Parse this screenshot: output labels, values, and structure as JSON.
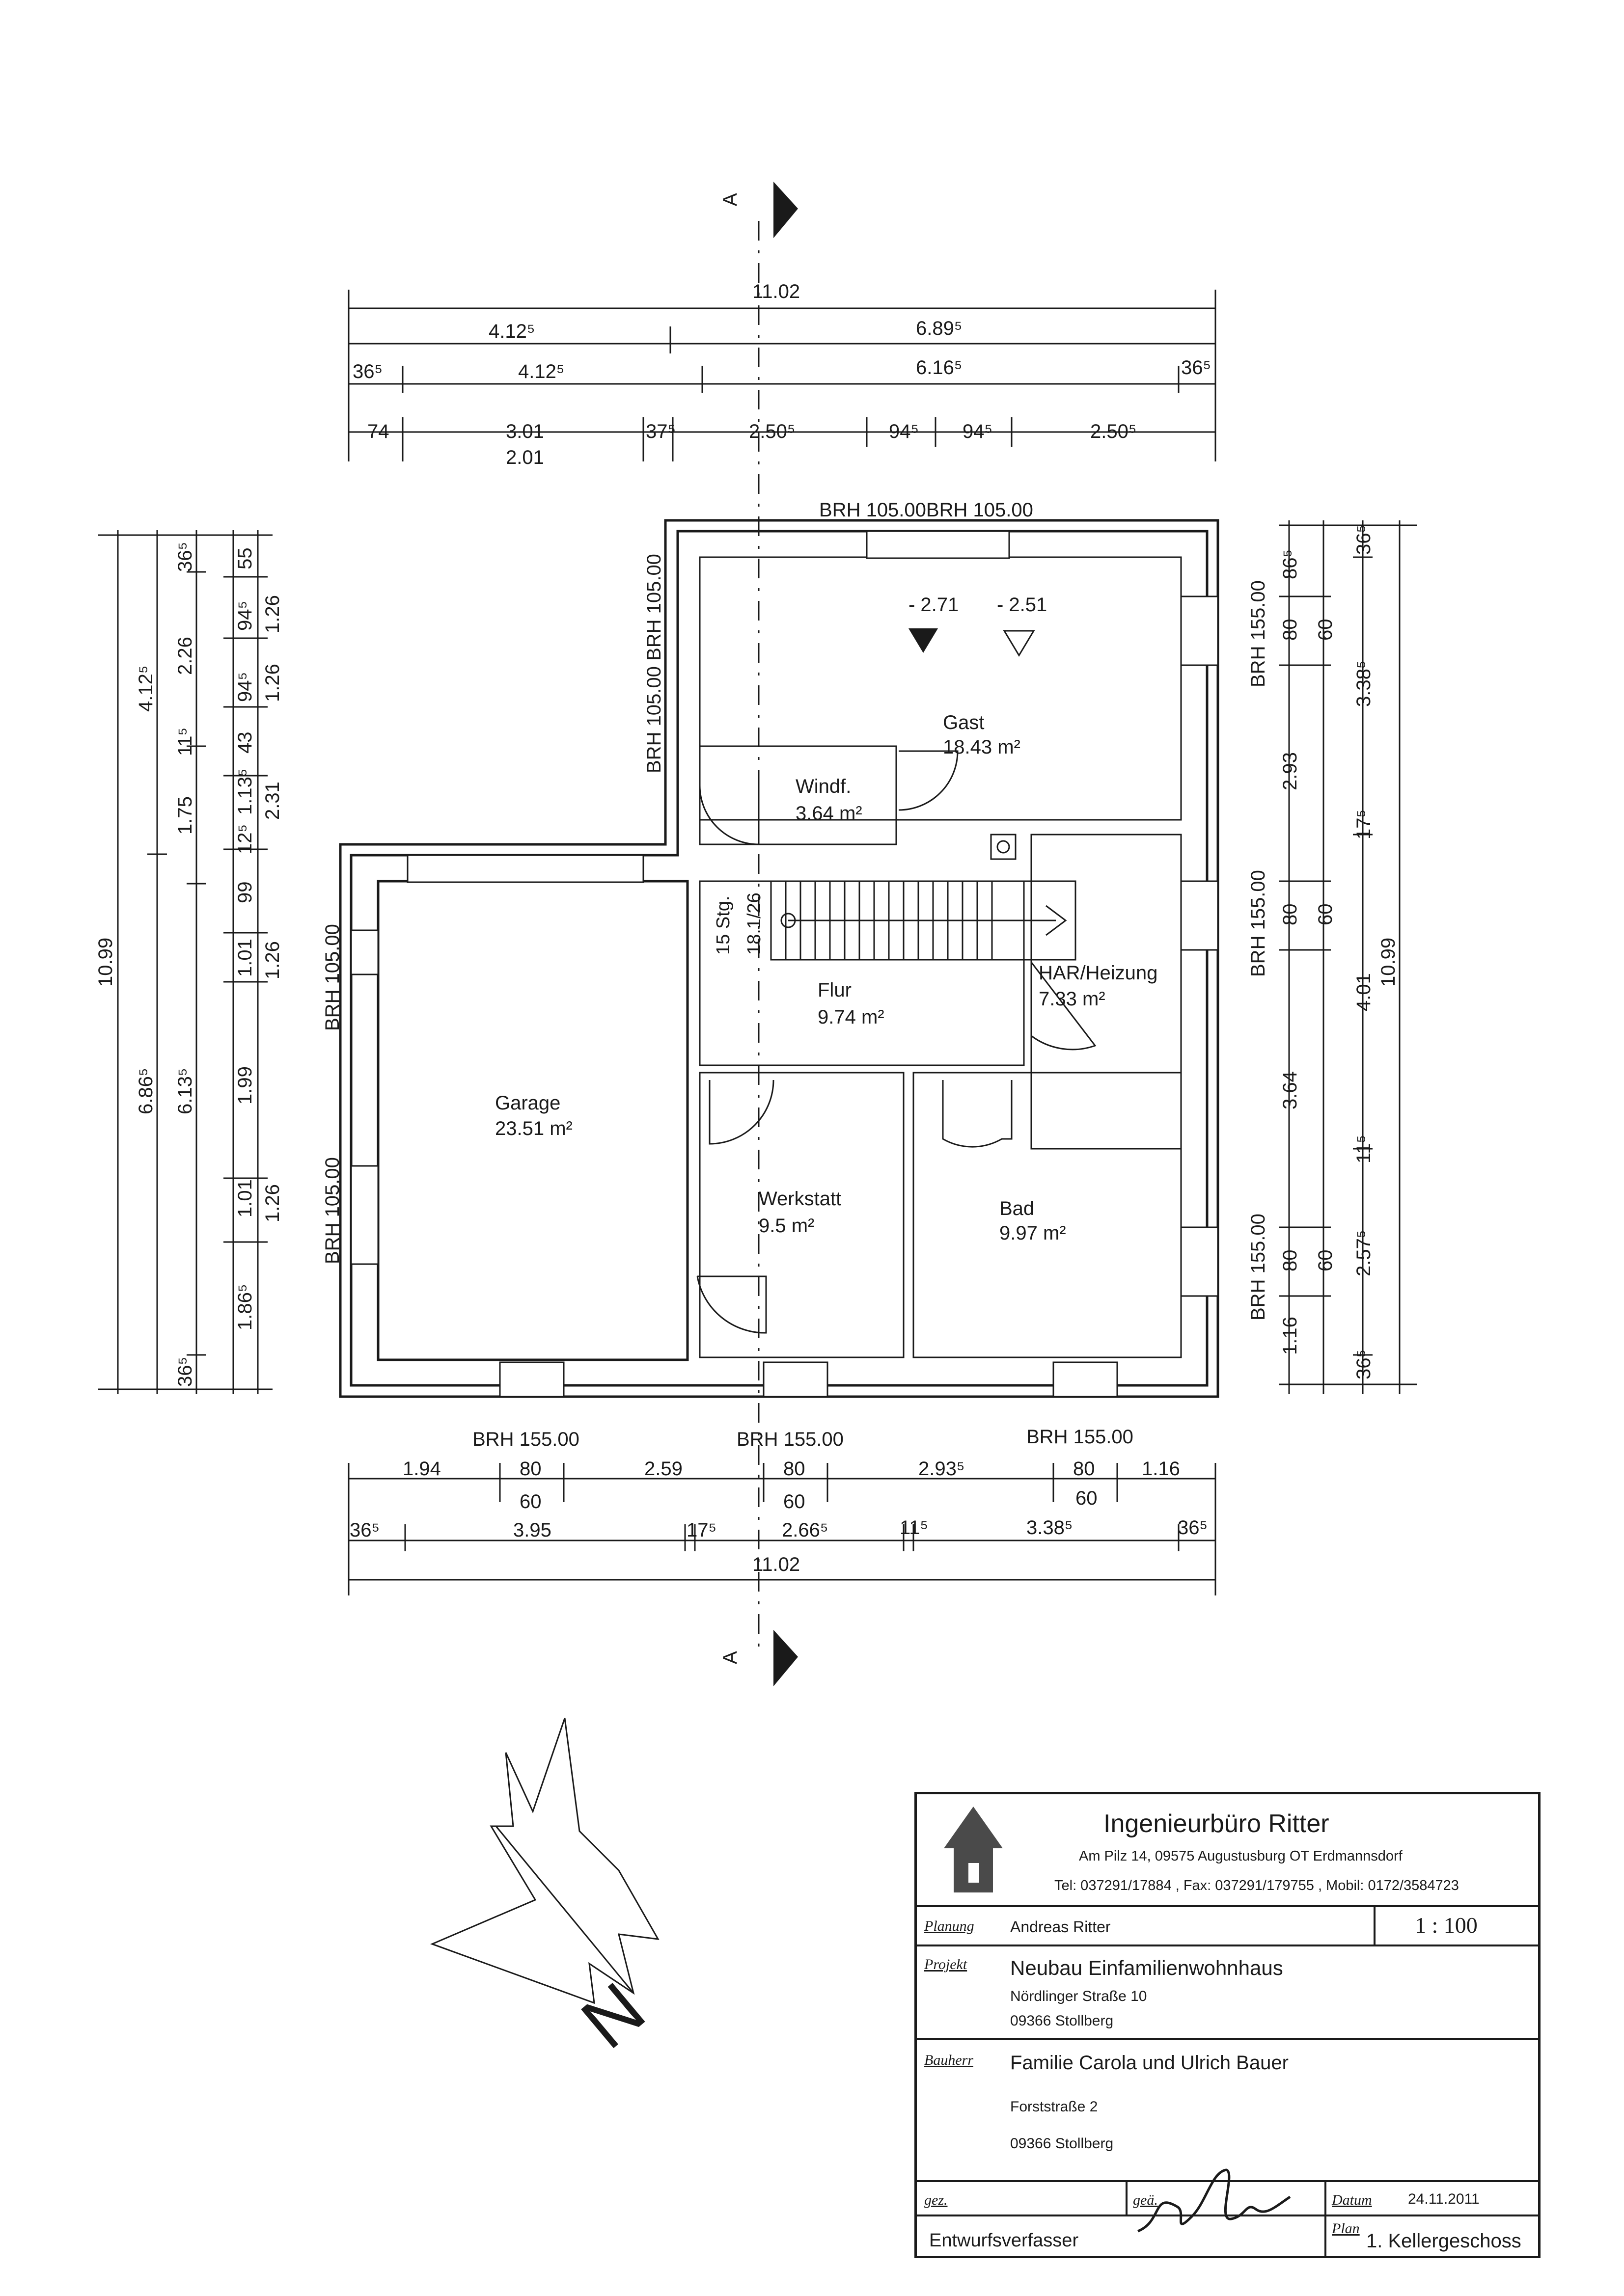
{
  "section_marker": "A",
  "top_dimensions": {
    "overall": "11.02",
    "row2": [
      "4.12⁵",
      "6.89⁵"
    ],
    "row3": [
      "36⁵",
      "4.12⁵",
      "6.16⁵",
      "36⁵"
    ],
    "row4": [
      "74",
      "3.01",
      "37⁵",
      "2.50⁵",
      "94⁵",
      "94⁵",
      "2.50⁵"
    ],
    "row4_sub": "2.01"
  },
  "bottom_dimensions": {
    "row1": [
      "1.94",
      "80",
      "2.59",
      "80",
      "2.93⁵",
      "80",
      "1.16"
    ],
    "row1_sub": [
      "60",
      "60",
      "60"
    ],
    "row2": [
      "36⁵",
      "3.95",
      "17⁵",
      "2.66⁵",
      "11⁵",
      "3.38⁵",
      "36⁵"
    ],
    "overall": "11.02"
  },
  "left_dimensions": {
    "overall": "10.99",
    "col2": [
      "4.12⁵",
      "6.86⁵"
    ],
    "col3": [
      "36⁵",
      "2.26",
      "11⁵",
      "1.75",
      "6.13⁵",
      "36⁵"
    ],
    "col4": [
      "55",
      "94⁵",
      "94⁵",
      "43",
      "1.13⁵",
      "12⁵",
      "99",
      "1.01",
      "1.99",
      "1.01",
      "1.86⁵"
    ],
    "col5": [
      "1.26",
      "1.26",
      "2.31",
      "1.26",
      "1.26"
    ]
  },
  "right_dimensions": {
    "col1": [
      "86⁵",
      "80",
      "80",
      "80",
      "1.16"
    ],
    "col2": [
      "60",
      "2.93",
      "60",
      "3.64",
      "60"
    ],
    "col3": [
      "36⁵",
      "3.38⁵",
      "17⁵",
      "4.01",
      "11⁵",
      "2.57⁵",
      "36⁵"
    ],
    "overall": "10.99"
  },
  "brh_labels": {
    "top": "BRH 105.00BRH 105.00",
    "left_gast": "BRH 105.00 BRH 105.00",
    "left_garage_1": "BRH 105.00",
    "left_garage_2": "BRH 105.00",
    "right_1": "BRH 155.00",
    "right_2": "BRH 155.00",
    "right_3": "BRH 155.00",
    "bottom_1": "BRH 155.00",
    "bottom_2": "BRH 155.00",
    "bottom_3": "BRH 155.00"
  },
  "levels": [
    "- 2.71",
    "- 2.51"
  ],
  "rooms": {
    "gast": {
      "name": "Gast",
      "area": "18.43 m²"
    },
    "windf": {
      "name": "Windf.",
      "area": "3.64 m²"
    },
    "garage": {
      "name": "Garage",
      "area": "23.51 m²"
    },
    "flur": {
      "name": "Flur",
      "area": "9.74 m²"
    },
    "har": {
      "name": "HAR/Heizung",
      "area": "7.33 m²"
    },
    "werkstatt": {
      "name": "Werkstatt",
      "area": "9.5 m²"
    },
    "bad": {
      "name": "Bad",
      "area": "9.97 m²"
    }
  },
  "stairs": {
    "line1": "15 Stg.",
    "line2": "18.1/26"
  },
  "north_label": "N",
  "title_block": {
    "company": "Ingenieurbüro Ritter",
    "address": "Am Pilz 14, 09575 Augustusburg OT Erdmannsdorf",
    "contact": "Tel: 037291/17884 , Fax: 037291/179755 , Mobil: 0172/3584723",
    "planung_label": "Planung",
    "planung_value": "Andreas Ritter",
    "scale": "1 : 100",
    "projekt_label": "Projekt",
    "projekt_title": "Neubau Einfamilienwohnhaus",
    "projekt_street": "Nördlinger Straße 10",
    "projekt_city": "09366 Stollberg",
    "bauherr_label": "Bauherr",
    "bauherr_name": "Familie Carola und Ulrich Bauer",
    "bauherr_street": "Forststraße 2",
    "bauherr_city": "09366 Stollberg",
    "gez_label": "gez.",
    "gea_label": "geä.",
    "datum_label": "Datum",
    "datum_value": "24.11.2011",
    "verfasser": "Entwurfsverfasser",
    "plan_label": "Plan",
    "plan_value": "1. Kellergeschoss"
  }
}
